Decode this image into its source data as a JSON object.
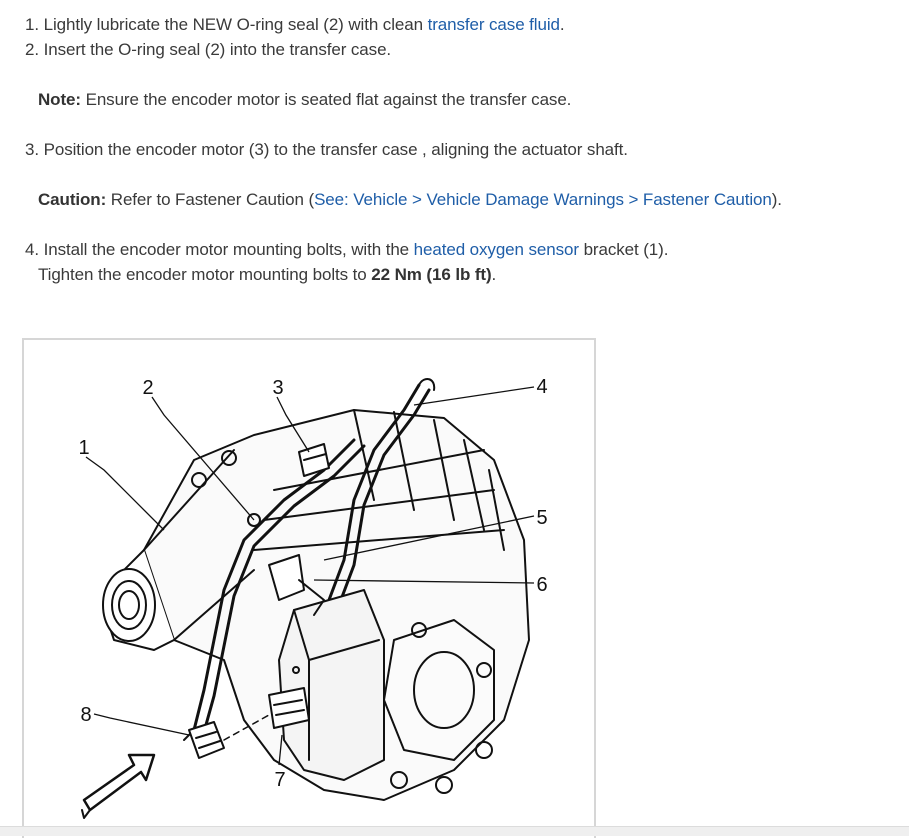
{
  "steps": {
    "s1": {
      "num": "1.",
      "pre": "Lightly lubricate the NEW O-ring seal (2) with clean ",
      "link": "transfer case fluid",
      "post": "."
    },
    "s2": {
      "num": "2.",
      "text": "Insert the O-ring seal (2) into the transfer case."
    },
    "note": {
      "label": "Note:",
      "text": " Ensure the encoder motor is seated flat against the transfer case."
    },
    "s3": {
      "num": "3.",
      "text": "Position the encoder motor (3) to the transfer case , aligning the actuator shaft."
    },
    "caution": {
      "label": "Caution:",
      "pre": " Refer to Fastener Caution (",
      "link": "See: Vehicle > Vehicle Damage Warnings > Fastener Caution",
      "post": ")."
    },
    "s4": {
      "num": "4.",
      "pre": "Install the encoder motor mounting bolts, with the ",
      "link": "heated oxygen sensor",
      "post": " bracket (1)."
    },
    "s4b": {
      "pre": "Tighten the encoder motor mounting bolts to ",
      "torque": "22 Nm (16 lb ft)",
      "post": "."
    }
  },
  "figure": {
    "callouts": [
      "1",
      "2",
      "3",
      "4",
      "5",
      "6",
      "7",
      "8"
    ]
  }
}
